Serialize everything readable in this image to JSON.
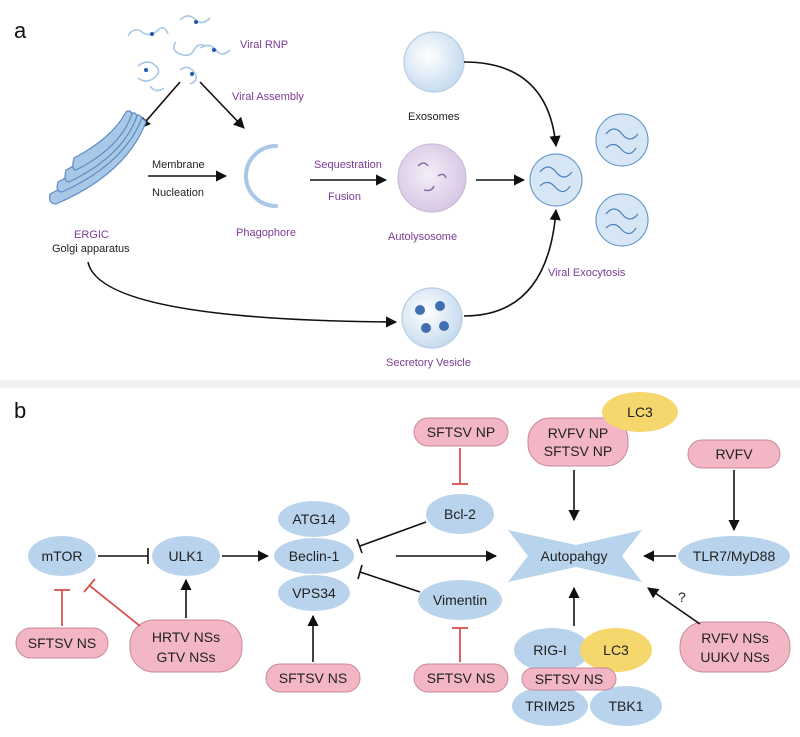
{
  "panel_a": {
    "letter": "a",
    "viral_rnp": "Viral RNP",
    "viral_assembly": "Viral Assembly",
    "ergic": "ERGIC",
    "golgi": "Golgi apparatus",
    "membrane": "Membrane",
    "nucleation": "Nucleation",
    "phagophore": "Phagophore",
    "sequestration": "Sequestration",
    "fusion": "Fusion",
    "autolysosome": "Autolysosome",
    "exosomes": "Exosomes",
    "viral_exocytosis": "Viral Exocytosis",
    "secretory_vesicle": "Secretory Vesicle"
  },
  "panel_b": {
    "letter": "b",
    "mtor": "mTOR",
    "ulk1": "ULK1",
    "atg14": "ATG14",
    "beclin1": "Beclin-1",
    "vps34": "VPS34",
    "bcl2": "Bcl-2",
    "vimentin": "Vimentin",
    "autophagy": "Autopahgy",
    "tlr7": "TLR7/MyD88",
    "rig_i": "RIG-I",
    "lc3_bottom": "LC3",
    "trim25": "TRIM25",
    "tbk1": "TBK1",
    "lc3_top": "LC3",
    "sftsv_ns_left": "SFTSV NS",
    "hrtv_ns": "HRTV NSs",
    "gtv_ns": "GTV NSs",
    "sftsv_ns_vps": "SFTSV NS",
    "sftsv_np_bcl": "SFTSV NP",
    "sftsv_ns_vim": "SFTSV NS",
    "rvfv_np": "RVFV NP",
    "sftsv_np_top": "SFTSV NP",
    "rvfv": "RVFV",
    "rvfv_nss": "RVFV NSs",
    "uukv_nss": "UUKV NSs",
    "sftsv_ns_rig": "SFTSV NS",
    "question": "?"
  },
  "colors": {
    "blue_node": "#b9d3ec",
    "pink_node": "#f2b6c4",
    "yellow_node": "#f5d76e",
    "inhibit_red": "#d9534f",
    "panel_purple": "#7b3b94",
    "panel_bg": "#ffffff",
    "divider": "#f1f1f1"
  }
}
